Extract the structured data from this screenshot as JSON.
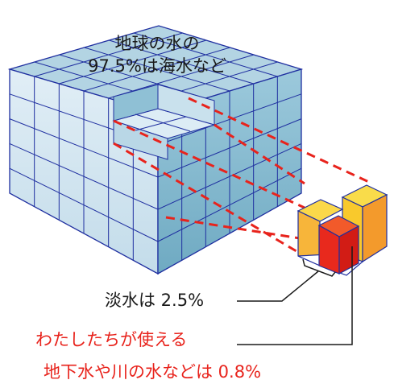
{
  "labels": {
    "ocean_line1": "地球の水の",
    "ocean_line2": "97.5%は海水など",
    "freshwater": "淡水は 2.5%",
    "usable_line1": "わたしたちが使える",
    "usable_line2": "地下水や川の水などは 0.8%"
  },
  "colors": {
    "ocean_front": "#d2e4ef",
    "ocean_side": "#83b7cd",
    "ocean_top": "#a9cfe0",
    "grid_line": "#1f2fa0",
    "dash_line": "#e8231c",
    "fresh_orange": "#f6a739",
    "fresh_yellow": "#f8d12f",
    "usable_red": "#e8291d",
    "usable_label_text": "#e8231c"
  },
  "values": {
    "ocean_percent": 97.5,
    "freshwater_percent": 2.5,
    "usable_percent": 0.8
  }
}
